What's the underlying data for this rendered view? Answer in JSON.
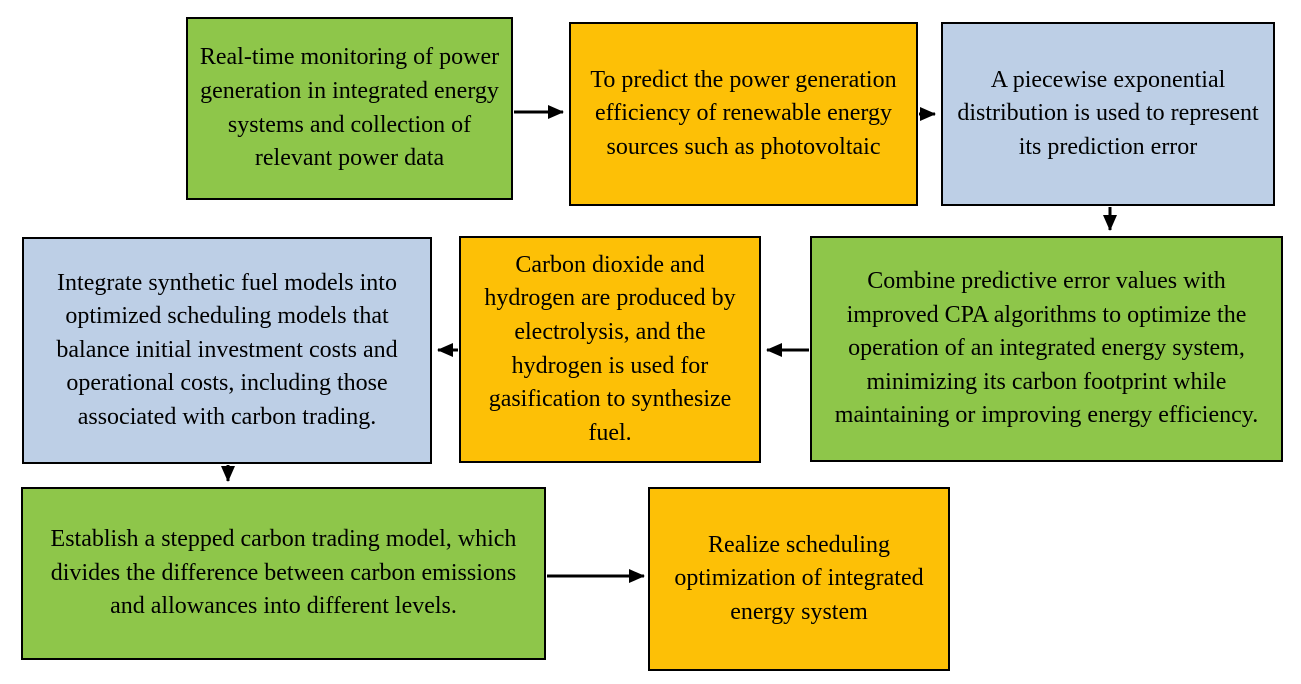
{
  "colors": {
    "green": "#8EC64A",
    "orange": "#FDC006",
    "blue": "#BDCFE6",
    "border": "#000000",
    "arrow": "#000000",
    "background": "#FFFFFF"
  },
  "boxes": [
    {
      "id": "step-1",
      "color": "green",
      "text": "Real-time monitoring of power generation in integrated energy systems and collection of relevant power data"
    },
    {
      "id": "step-2",
      "color": "orange",
      "text": "To predict the power generation efficiency of renewable energy sources such as photovoltaic"
    },
    {
      "id": "step-3",
      "color": "blue",
      "text": "A piecewise exponential distribution is used to represent its prediction error"
    },
    {
      "id": "step-4",
      "color": "blue",
      "text": "Integrate synthetic fuel models into optimized scheduling models that balance initial investment costs and operational costs, including those associated with carbon trading."
    },
    {
      "id": "step-5",
      "color": "orange",
      "text": "Carbon dioxide and hydrogen are produced by electrolysis, and the hydrogen is used for gasification to synthesize fuel."
    },
    {
      "id": "step-6",
      "color": "green",
      "text": "Combine predictive error values with improved CPA algorithms to optimize the operation of an integrated energy system, minimizing its carbon footprint while maintaining or improving energy efficiency."
    },
    {
      "id": "step-7",
      "color": "green",
      "text": "Establish a stepped carbon trading model, which divides the difference between carbon emissions and allowances into different levels."
    },
    {
      "id": "step-8",
      "color": "orange",
      "text": "Realize scheduling optimization of integrated energy system"
    }
  ],
  "arrows": [
    {
      "from": "step-1",
      "to": "step-2",
      "direction": "right"
    },
    {
      "from": "step-2",
      "to": "step-3",
      "direction": "right"
    },
    {
      "from": "step-3",
      "to": "step-6",
      "direction": "down"
    },
    {
      "from": "step-6",
      "to": "step-5",
      "direction": "left"
    },
    {
      "from": "step-5",
      "to": "step-4",
      "direction": "left"
    },
    {
      "from": "step-4",
      "to": "step-7",
      "direction": "down"
    },
    {
      "from": "step-7",
      "to": "step-8",
      "direction": "right"
    }
  ]
}
